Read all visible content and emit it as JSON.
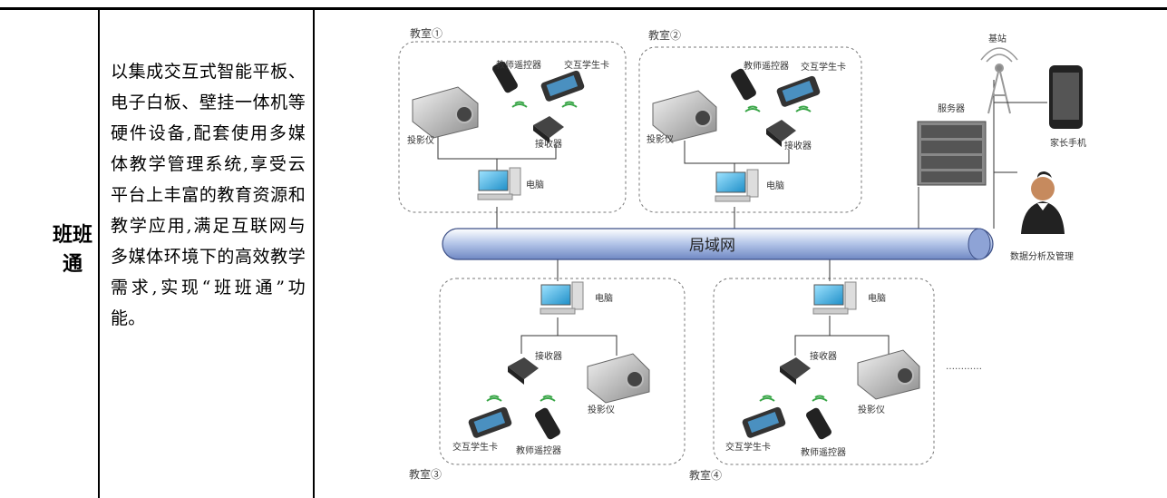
{
  "table": {
    "title": "班班通",
    "description": "以集成交互式智能平板、电子白板、壁挂一体机等硬件设备,配套使用多媒体教学管理系统,享受云平台上丰富的教育资源和教学应用,满足互联网与多媒体环境下的高效教学需求,实现“班班通”功能。"
  },
  "diagram": {
    "lan": "局域网",
    "rooms": [
      "教室①",
      "教室②",
      "教室③",
      "教室④"
    ],
    "labels": {
      "computer": "电脑",
      "projector": "投影仪",
      "receiver": "接收器",
      "teacher_remote": "教师遥控器",
      "student_card": "交互学生卡",
      "server": "服务器",
      "base_station": "基站",
      "parent_phone": "家长手机",
      "analysis": "数据分析及管理"
    },
    "ellipsis": "…………"
  }
}
